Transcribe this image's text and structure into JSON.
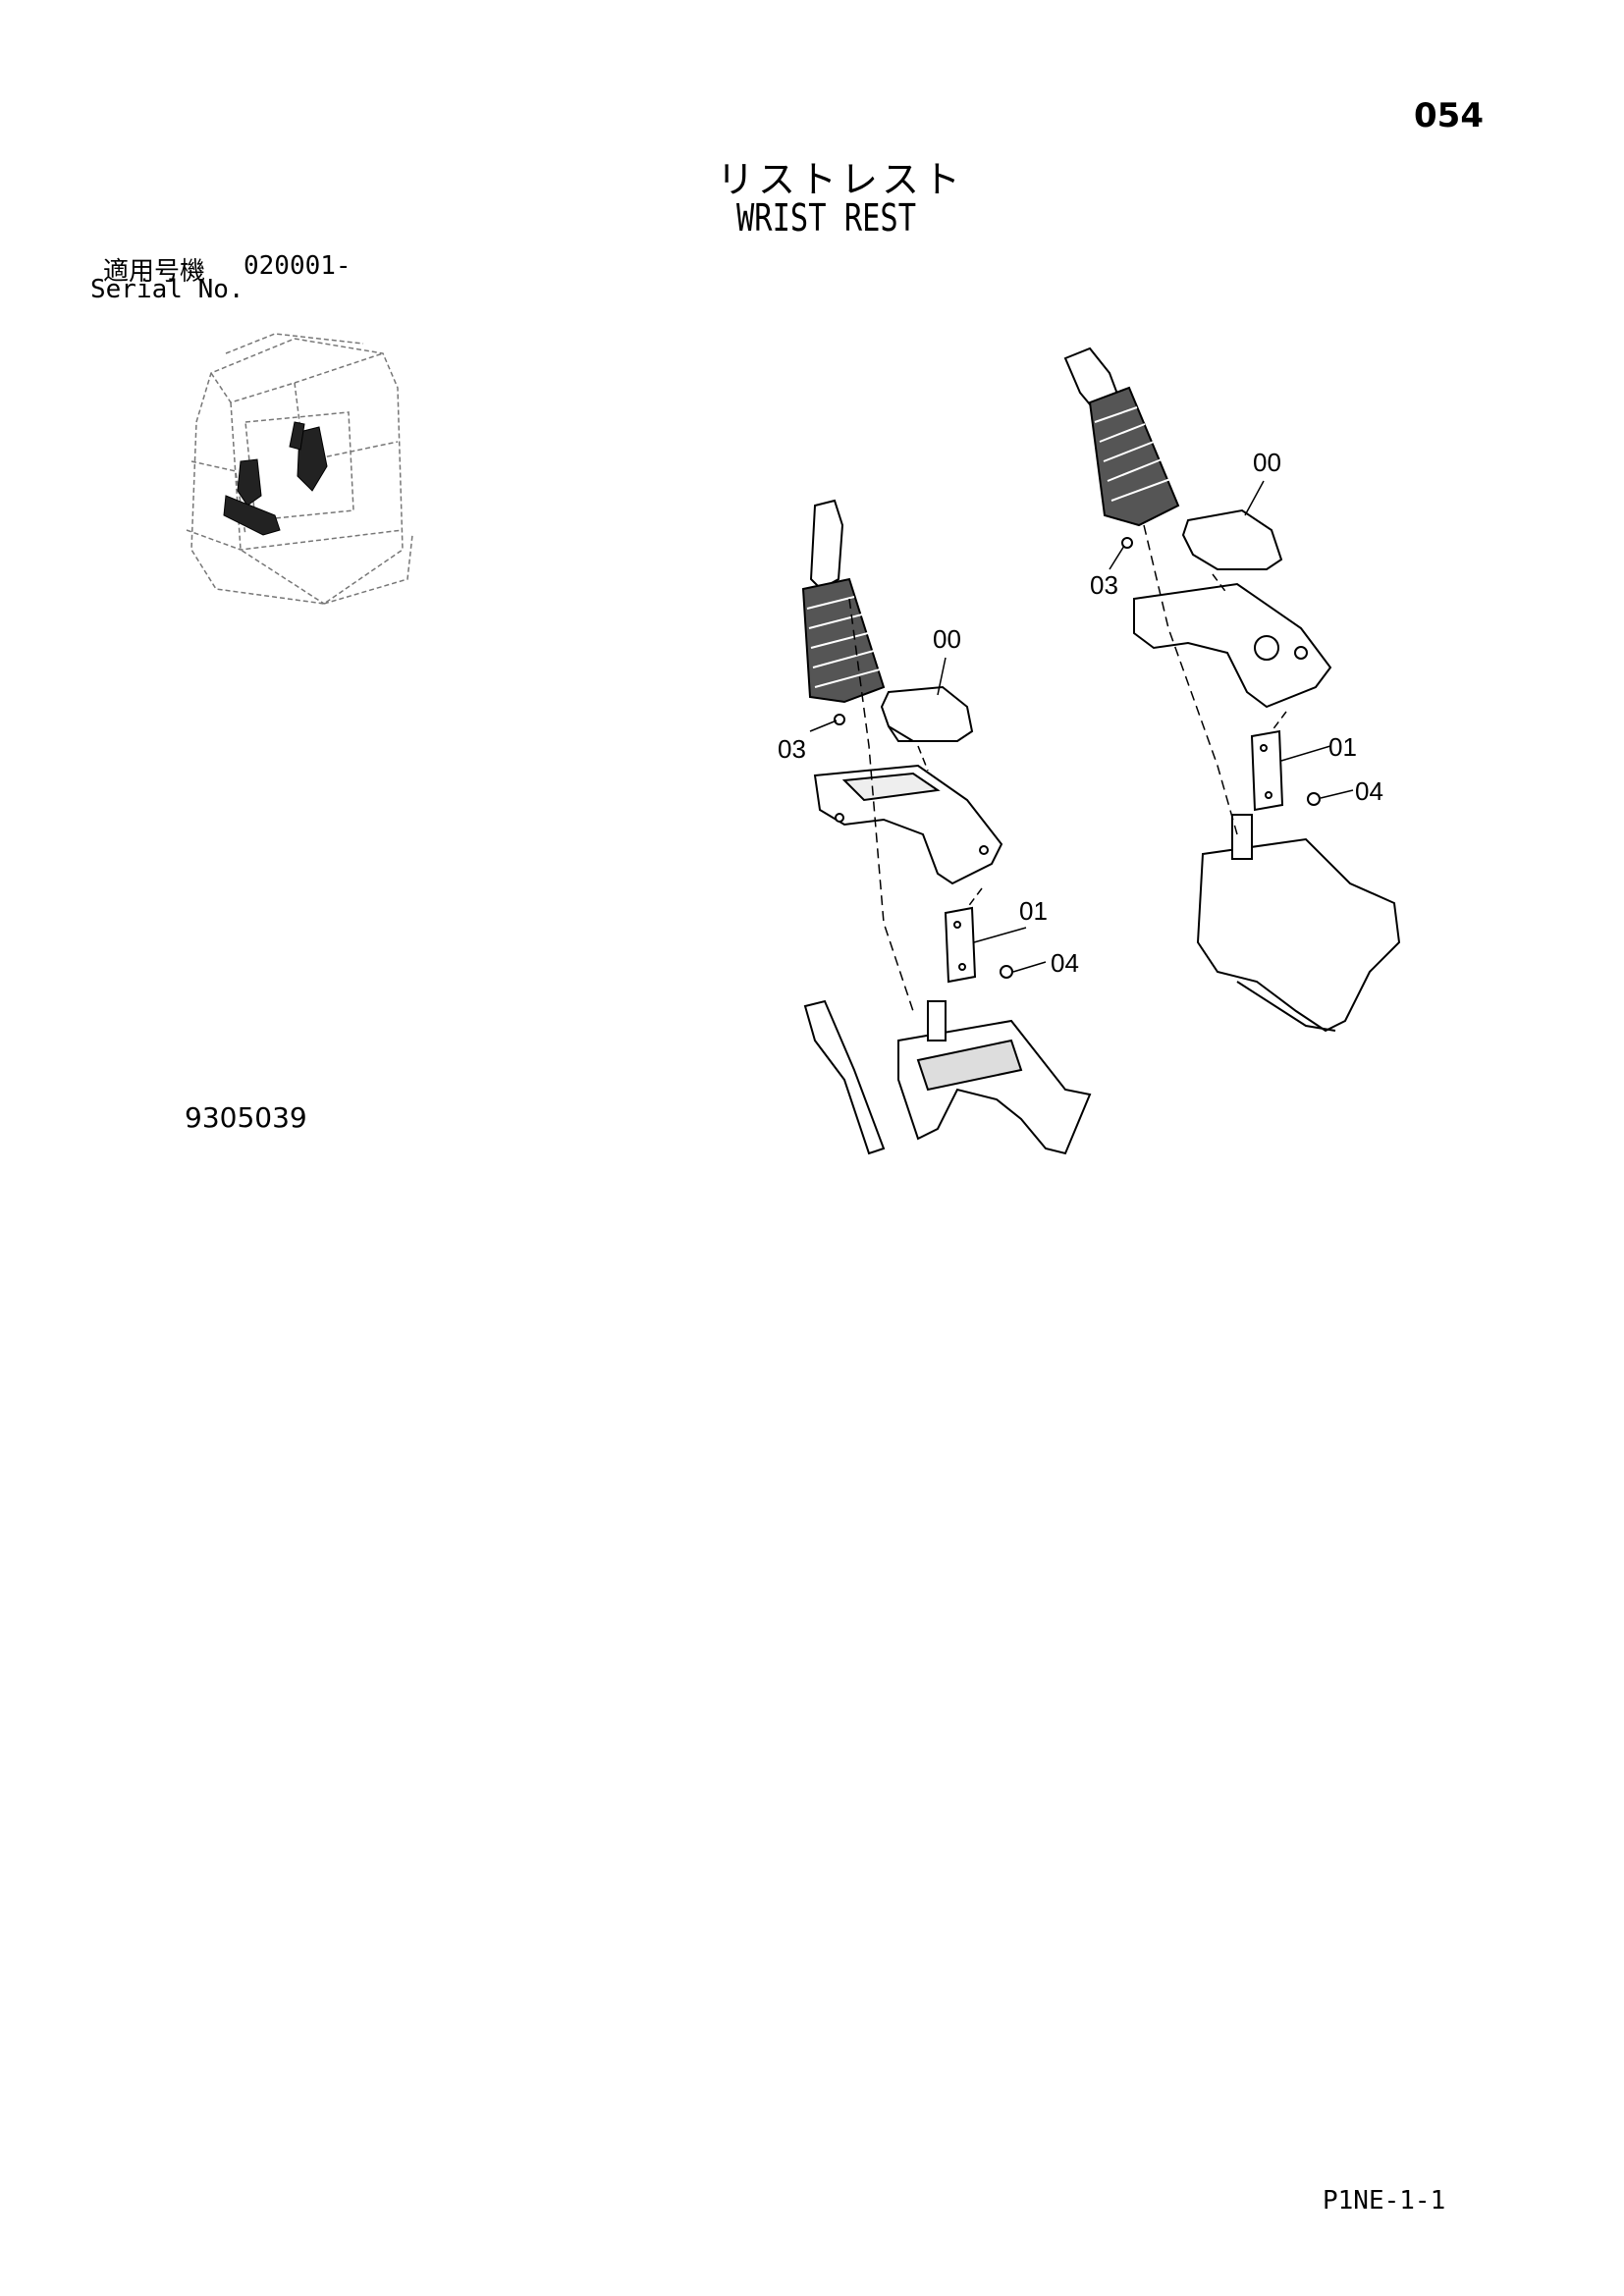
{
  "page_number": "054",
  "title_jp": "リストレスト",
  "title_en": "WRIST REST",
  "serial": {
    "label_jp": "適用号機",
    "value": "020001-",
    "label_en": "Serial No."
  },
  "callouts": {
    "left": {
      "c00": "00",
      "c03": "03",
      "c01": "01",
      "c04": "04"
    },
    "right": {
      "c00": "00",
      "c03": "03",
      "c01": "01",
      "c04": "04"
    }
  },
  "drawing_number": "9305039",
  "sheet_code": "P1NE-1-1"
}
